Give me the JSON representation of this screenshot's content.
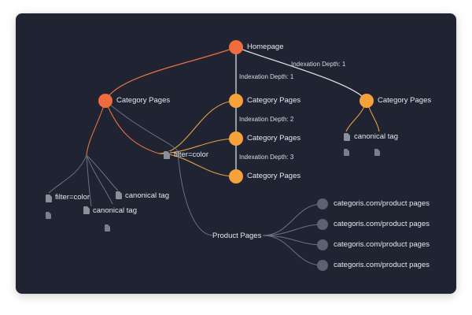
{
  "colors": {
    "background": "#1f2332",
    "primary_node": "#ef6c3e",
    "secondary_node": "#f4a23c",
    "leaf_node": "#5c6272",
    "edge_orange": "#e8713f",
    "edge_amber": "#e6a045",
    "edge_white": "#d7dae2",
    "edge_gray": "#6c7282"
  },
  "nodes": {
    "homepage": "Homepage",
    "category_left": "Category Pages",
    "category_center_1": "Category Pages",
    "category_center_2": "Category Pages",
    "category_center_3": "Category Pages",
    "category_right": "Category Pages",
    "product_pages": "Product Pages"
  },
  "edge_labels": {
    "depth_1_right": "Indexation Depth: 1",
    "depth_1_center": "Indexation Depth: 1",
    "depth_2": "Indexation Depth: 2",
    "depth_3": "Indexation Depth: 3"
  },
  "leaves": {
    "filter_color_center": "filter=color",
    "filter_color_left": "filter=color",
    "canonical_tag_left_upper": "canonical tag",
    "canonical_tag_left_lower": "canonical tag",
    "canonical_tag_right": "canonical tag"
  },
  "product_leaves": [
    "categoris.com/product pages",
    "categoris.com/product pages",
    "categoris.com/product pages",
    "categoris.com/product pages"
  ]
}
